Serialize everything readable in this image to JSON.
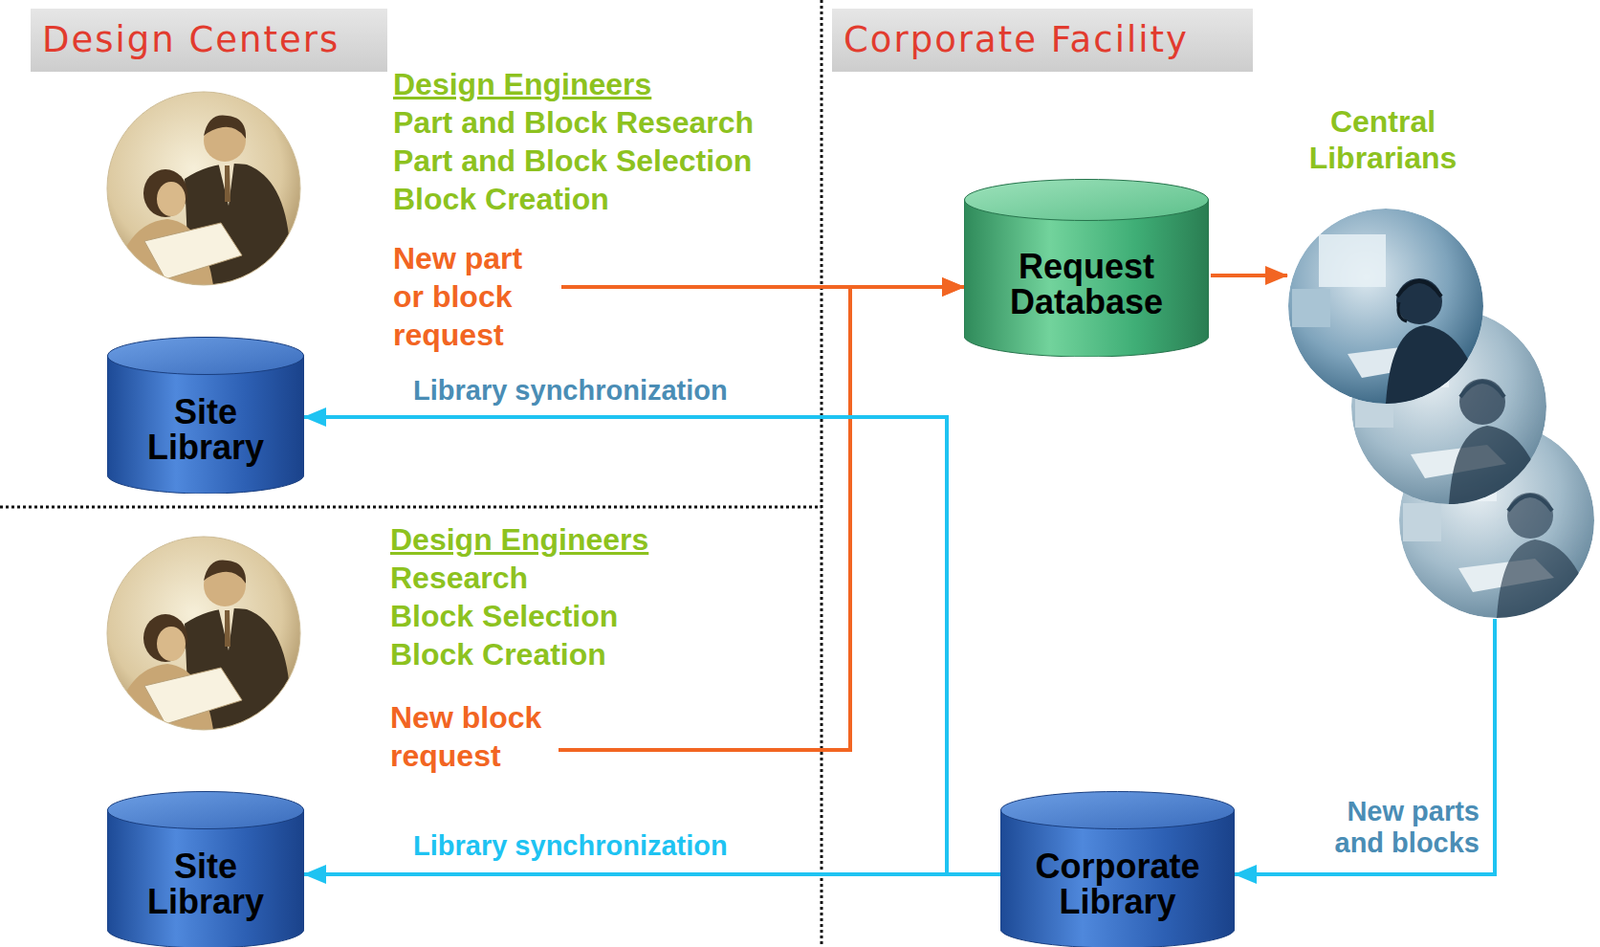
{
  "diagram": {
    "nodes": [
      {
        "text": [
          "Design Centers"
        ]
      },
      {
        "text": [
          "Corporate Facility"
        ]
      },
      {
        "text": [
          "Design Engineers",
          "Part and Block Research",
          "Part and Block Selection",
          "Block Creation"
        ]
      },
      {
        "text": [
          "New part or block request"
        ]
      },
      {
        "text": [
          "Site Library"
        ]
      },
      {
        "text": [
          "Design Engineers",
          "Research",
          "Block Selection",
          "Block Creation"
        ]
      },
      {
        "text": [
          "New block request"
        ]
      },
      {
        "text": [
          "Site Library"
        ]
      },
      {
        "text": [
          "Request Database"
        ]
      },
      {
        "text": [
          "Central Librarians"
        ]
      },
      {
        "text": [
          "Corporate Library"
        ]
      }
    ],
    "edges": [
      {
        "from": 3,
        "to": 8,
        "arrow": "to"
      },
      {
        "from": 6,
        "to": 8,
        "arrow": "to"
      },
      {
        "from": 8,
        "to": 9,
        "arrow": "to"
      },
      {
        "from": 9,
        "to": 10,
        "arrow": "to",
        "label": "New parts and blocks"
      },
      {
        "from": 10,
        "to": 4,
        "arrow": "to",
        "label": "Library synchronization"
      },
      {
        "from": 10,
        "to": 7,
        "arrow": "to",
        "label": "Library synchronization"
      }
    ]
  }
}
